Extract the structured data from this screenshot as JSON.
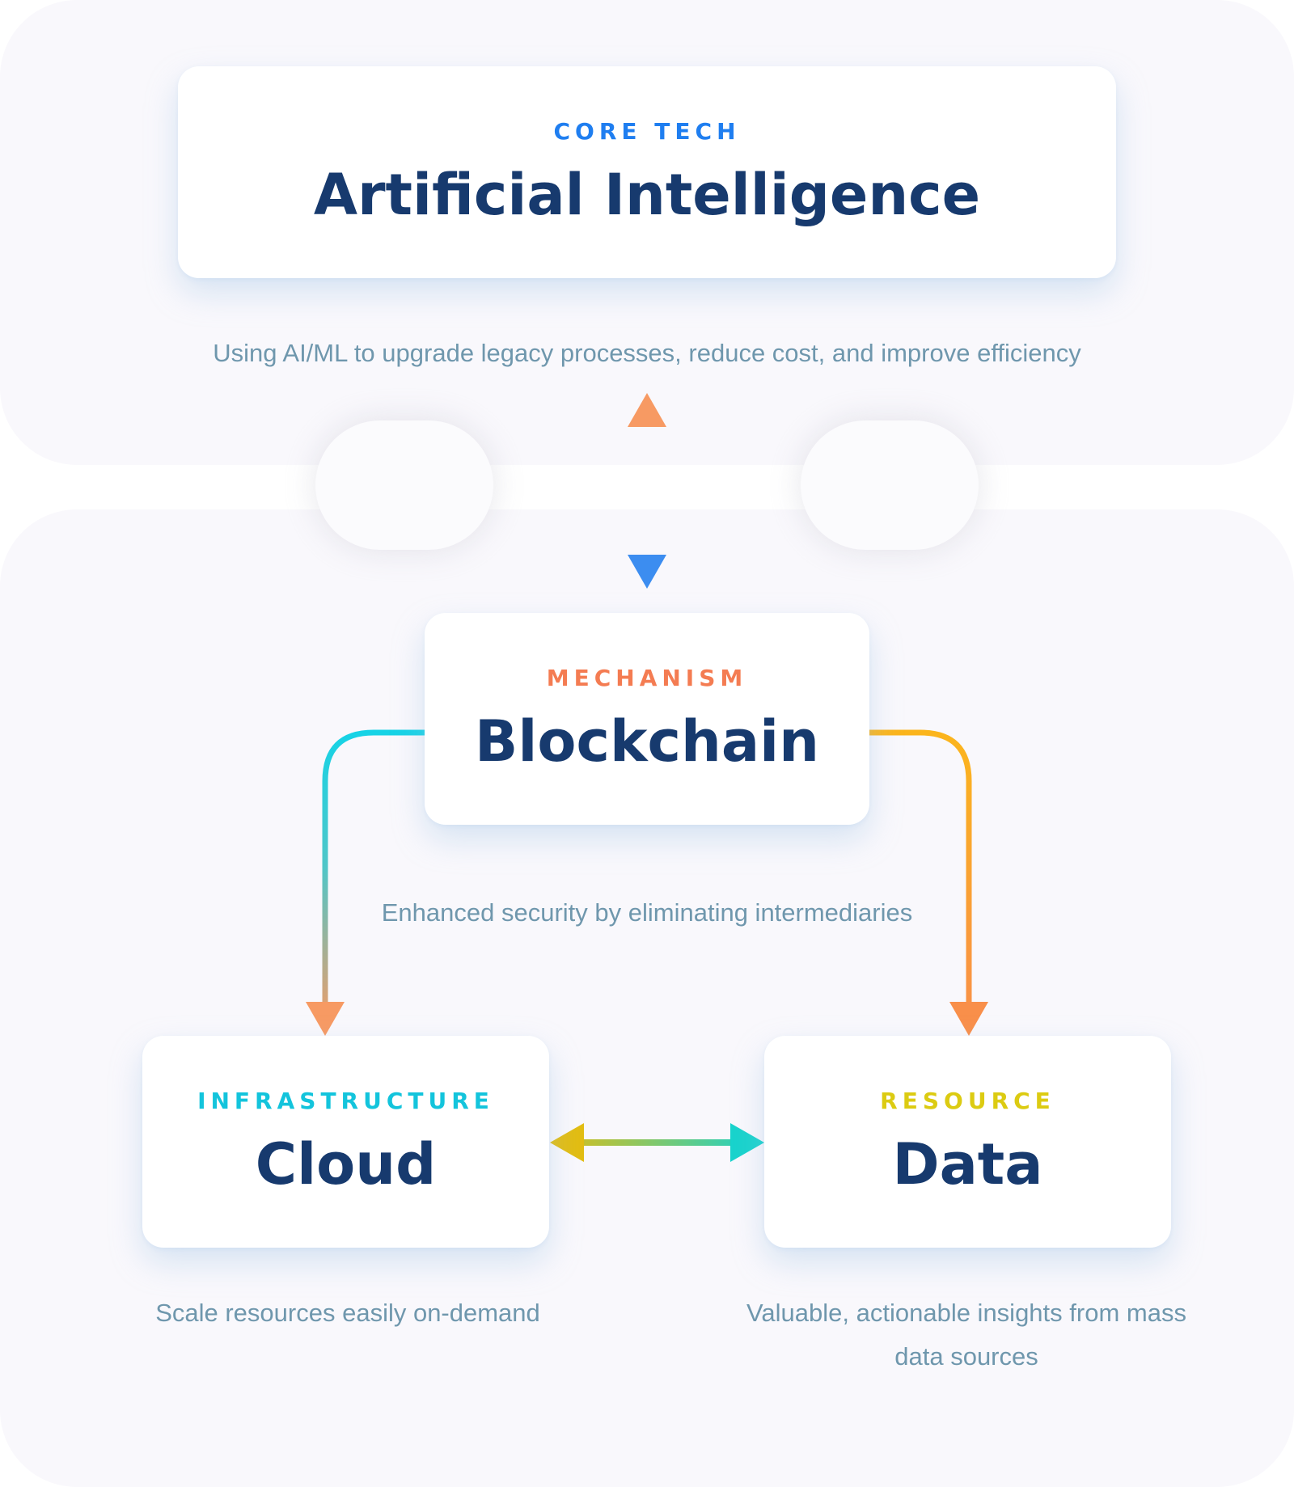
{
  "nodes": {
    "ai": {
      "eyebrow": "CORE TECH",
      "title": "Artificial Intelligence",
      "description": "Using AI/ML to upgrade legacy processes, reduce cost, and improve efficiency",
      "eyebrow_color": "#1f7ef0"
    },
    "blockchain": {
      "eyebrow": "MECHANISM",
      "title": "Blockchain",
      "description": "Enhanced security by eliminating intermediaries",
      "eyebrow_color": "#f47c52"
    },
    "cloud": {
      "eyebrow": "INFRASTRUCTURE",
      "title": "Cloud",
      "description": "Scale resources easily on-demand",
      "eyebrow_color": "#13c4dc"
    },
    "data": {
      "eyebrow": "RESOURCE",
      "title": "Data",
      "description": "Valuable, actionable insights from mass data sources",
      "eyebrow_color": "#dccb12"
    }
  },
  "colors": {
    "title": "#173a6e",
    "description": "#6f97ad",
    "arrow_orange": "#f79a63",
    "arrow_blue": "#3c8df0",
    "arrow_cyan": "#16d3e6",
    "arrow_amber": "#fbb51c",
    "arrow_gold": "#e2bd12",
    "arrow_teal": "#18d3cc"
  },
  "edges": [
    {
      "from": "ai",
      "to": "blockchain",
      "direction": "bidirectional"
    },
    {
      "from": "blockchain",
      "to": "cloud",
      "direction": "forward"
    },
    {
      "from": "blockchain",
      "to": "data",
      "direction": "forward"
    },
    {
      "from": "cloud",
      "to": "data",
      "direction": "bidirectional"
    }
  ]
}
